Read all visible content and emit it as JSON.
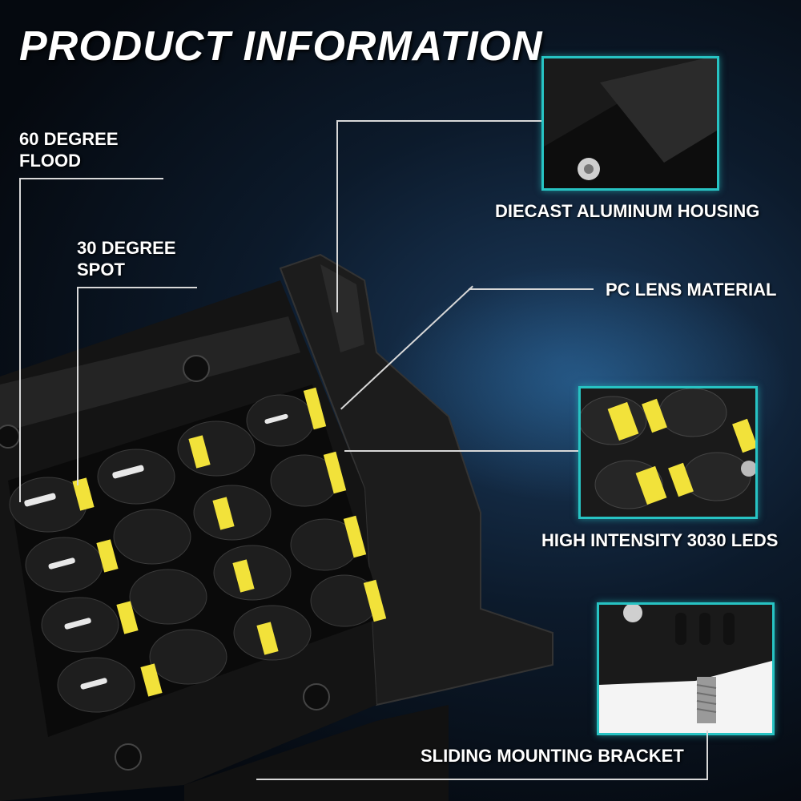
{
  "title": "PRODUCT INFORMATION",
  "labels": {
    "flood_line1": "60 DEGREE",
    "flood_line2": "FLOOD",
    "spot_line1": "30 DEGREE",
    "spot_line2": "SPOT",
    "housing": "DIECAST ALUMINUM HOUSING",
    "lens": "PC LENS MATERIAL",
    "leds": "HIGH INTENSITY 3030 LEDS",
    "bracket": "SLIDING MOUNTING BRACKET"
  },
  "colors": {
    "accent": "#27c3c3",
    "led_yellow": "#f2e23a",
    "housing": "#1a1a1a"
  }
}
